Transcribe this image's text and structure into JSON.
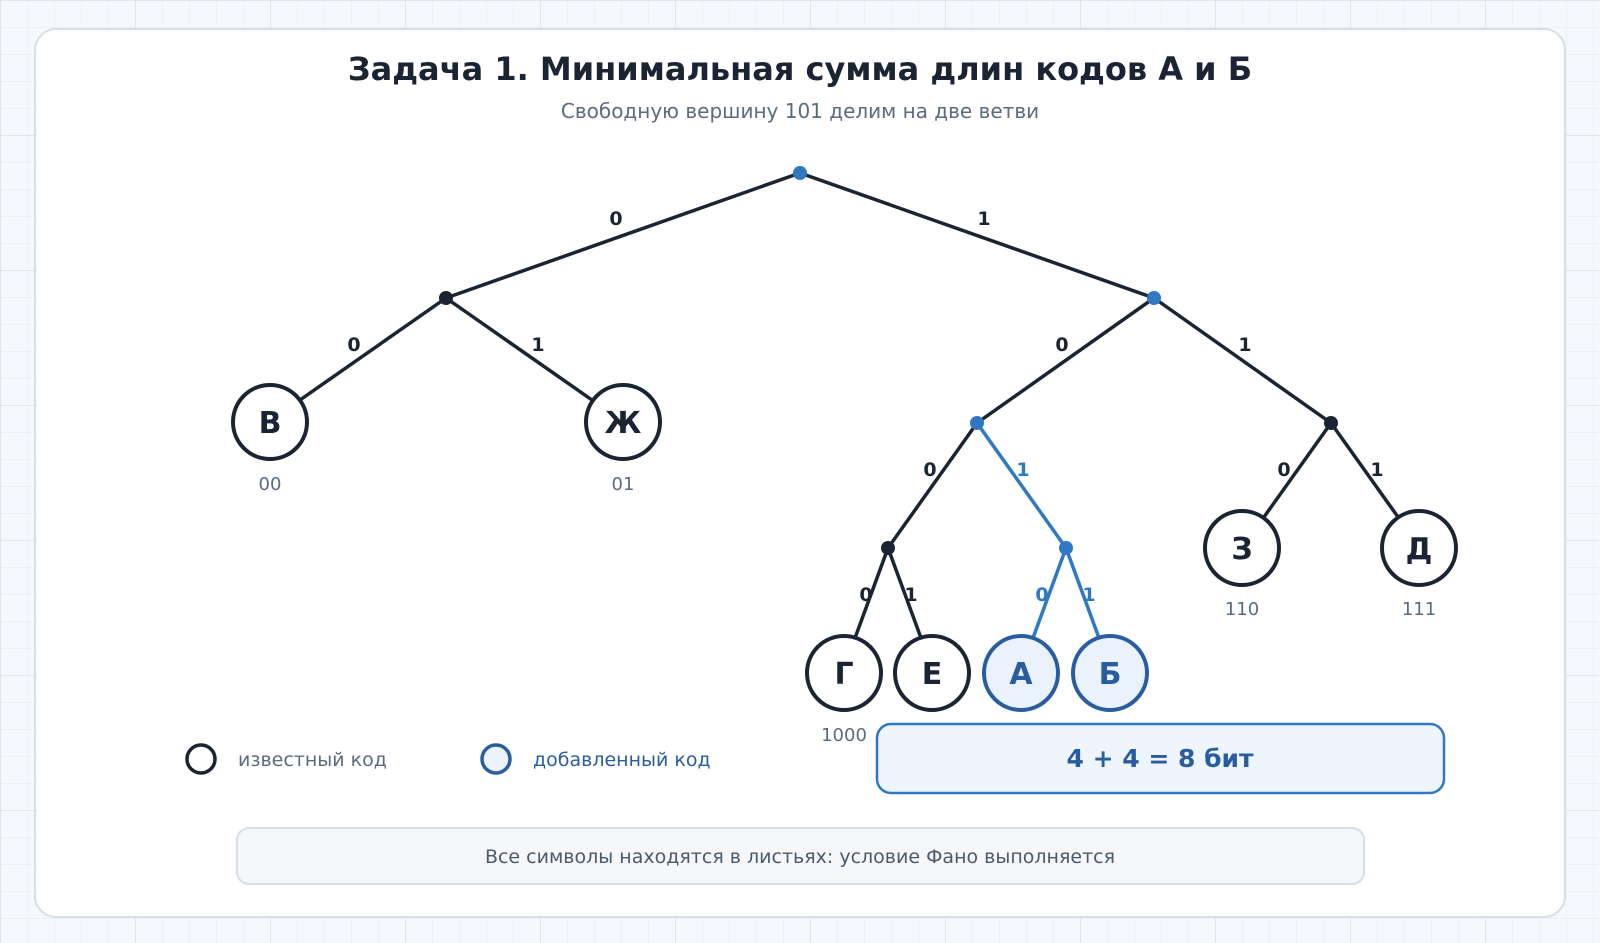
{
  "title": "Задача 1. Минимальная сумма длин кодов А и Б",
  "subtitle": "Свободную вершину 101 делим на две ветви",
  "colors": {
    "known": "#1a2433",
    "added": "#2f78c4",
    "added_text": "#2a5d9f",
    "added_fill": "#eaf3fd",
    "muted": "#5b6b80"
  },
  "tree": {
    "edge_labels": {
      "l0": "0",
      "r1": "1",
      "l00": "0",
      "l01": "1",
      "r10": "0",
      "r11": "1",
      "r100": "0",
      "r101": "1",
      "r110": "0",
      "r111": "1",
      "r1000": "0",
      "r1001": "1",
      "r1010": "0",
      "r1011": "1"
    },
    "leaves": [
      {
        "symbol": "В",
        "code": "00",
        "kind": "known"
      },
      {
        "symbol": "Ж",
        "code": "01",
        "kind": "known"
      },
      {
        "symbol": "Г",
        "code": "1000",
        "kind": "known"
      },
      {
        "symbol": "Е",
        "code": "",
        "kind": "known"
      },
      {
        "symbol": "А",
        "code": "",
        "kind": "added"
      },
      {
        "symbol": "Б",
        "code": "",
        "kind": "added"
      },
      {
        "symbol": "З",
        "code": "110",
        "kind": "known"
      },
      {
        "symbol": "Д",
        "code": "111",
        "kind": "known"
      }
    ]
  },
  "legend": {
    "known_label": "известный код",
    "added_label": "добавленный код"
  },
  "sum_box": "4 + 4 = 8 бит",
  "note": "Все символы находятся в листьях: условие Фано выполняется"
}
